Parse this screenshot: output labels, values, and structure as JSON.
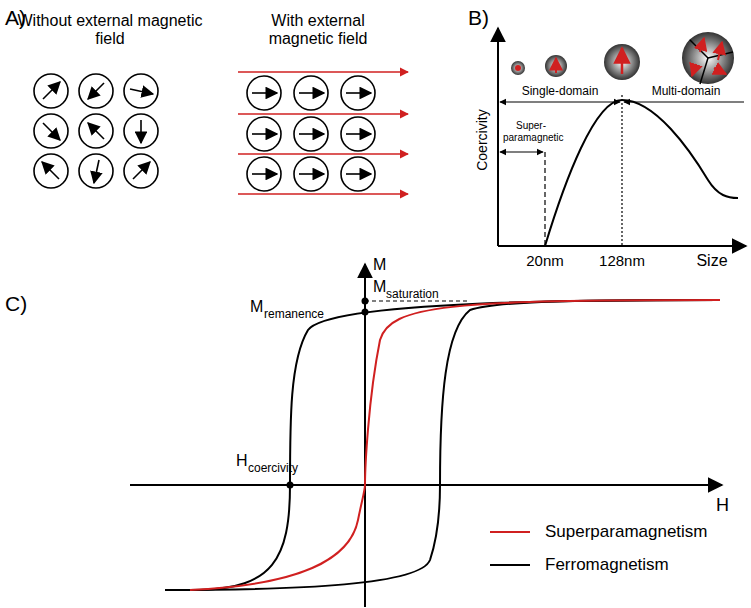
{
  "diagram": {
    "labels": [
      "A)",
      "Without external magnetic field",
      "With external magnetic field",
      "B)",
      "Coercivity",
      "Single-domain",
      "Multi-domain",
      "Super- paramagnetic",
      "20nm",
      "128nm",
      "Size",
      "C)",
      "M",
      "M",
      "saturation",
      "M",
      "remanence",
      "H",
      "coercivity",
      "H"
    ],
    "legend": [
      {
        "text": "Superparamagnetism"
      },
      {
        "text": "Ferromagnetism"
      }
    ]
  }
}
